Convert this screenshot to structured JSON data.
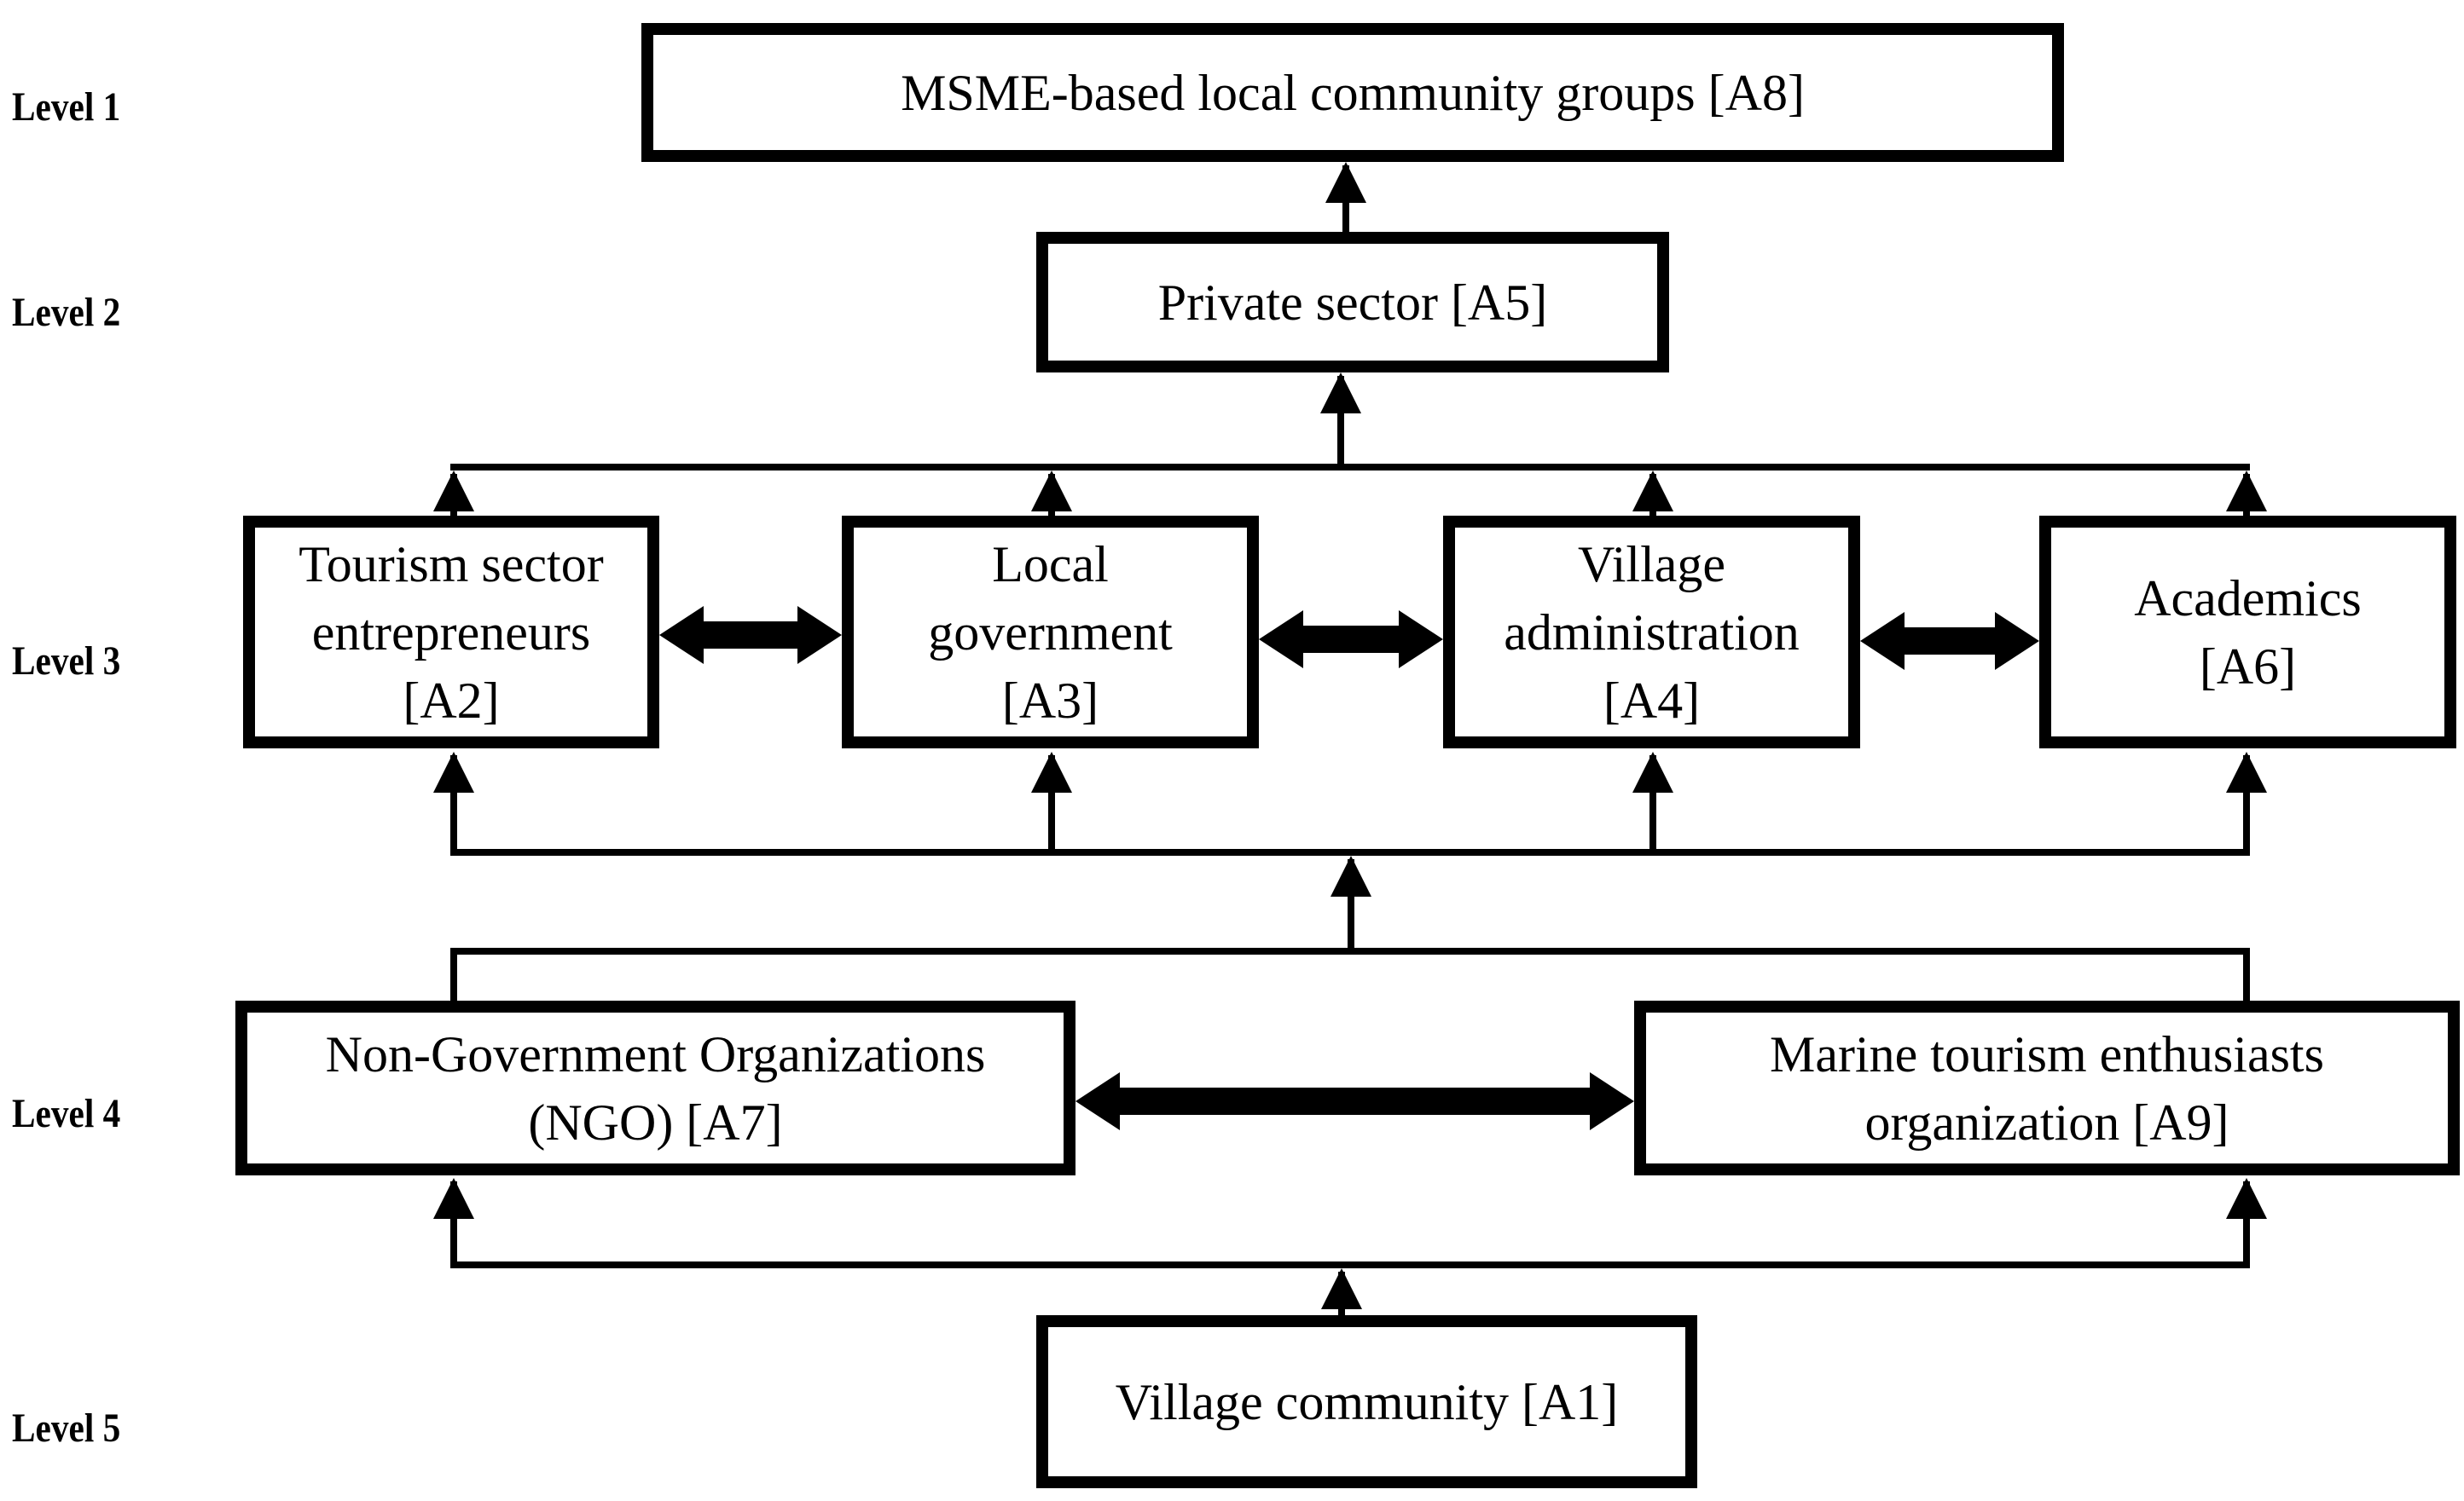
{
  "levels": [
    "Level 1",
    "Level 2",
    "Level 3",
    "Level 4",
    "Level 5"
  ],
  "nodes": {
    "a8": "MSME-based local community groups [A8]",
    "a5": "Private sector [A5]",
    "a2": "Tourism sector\nentrepreneurs\n[A2]",
    "a3": "Local\ngovernment\n[A3]",
    "a4": "Village\nadministration\n[A4]",
    "a6": "Academics\n[A6]",
    "a7": "Non-Government Organizations\n(NGO) [A7]",
    "a9": "Marine tourism enthusiasts\norganization [A9]",
    "a1": "Village community [A1]"
  }
}
